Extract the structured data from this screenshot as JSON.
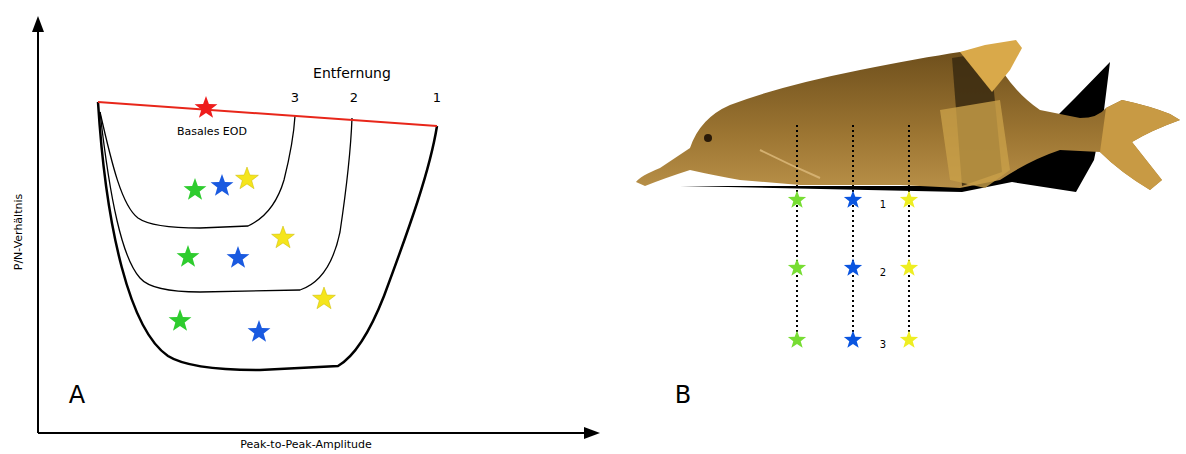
{
  "diagram": {
    "labels": [
      "Entfernung",
      "3",
      "2",
      "1",
      "Basales EOD",
      "P/N-Verhältnis",
      "A",
      "Peak-to-Peak-Amplitude",
      "1",
      "2",
      "3",
      "B"
    ]
  }
}
